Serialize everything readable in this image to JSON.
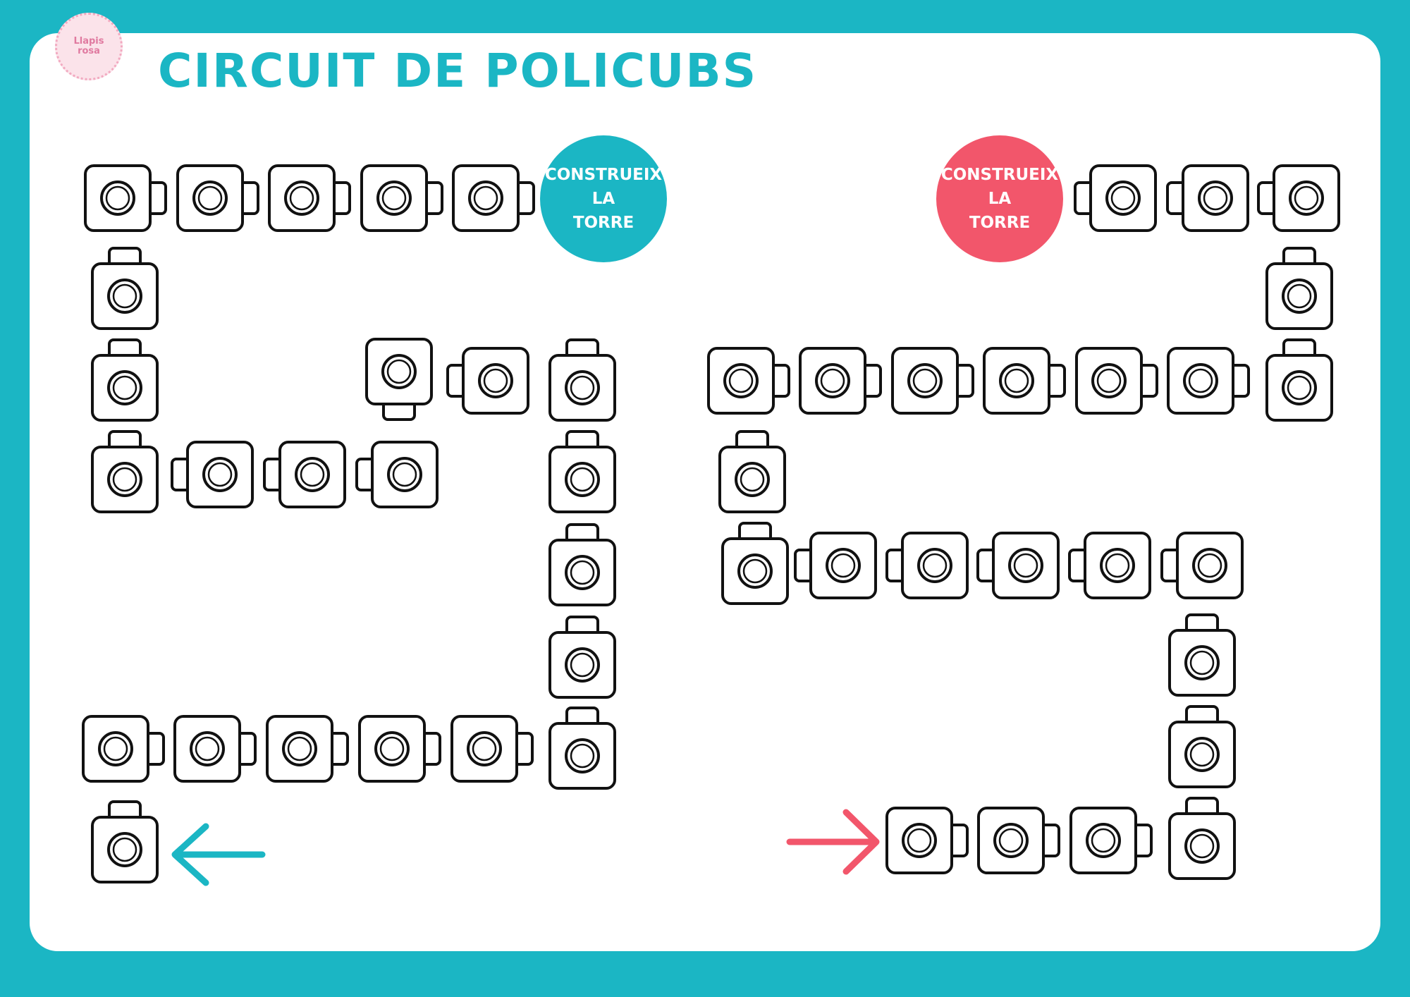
{
  "logo": {
    "line1": "Llapis",
    "line2": "rosa"
  },
  "title": "CIRCUIT DE POLICUBS",
  "badges": {
    "left": {
      "line1": "CONSTRUEIX",
      "line2": "LA",
      "line3": "TORRE",
      "color": "#1bb6c4"
    },
    "right": {
      "line1": "CONSTRUEIX",
      "line2": "LA",
      "line3": "TORRE",
      "color": "#f2566b"
    }
  },
  "colors": {
    "frame": "#1bb6c4",
    "accent_pink": "#f2566b",
    "cube_outline": "#111111"
  },
  "icons": {
    "left_arrow": "arrow-left-icon",
    "right_arrow": "arrow-right-icon",
    "cube": "policube-icon"
  }
}
